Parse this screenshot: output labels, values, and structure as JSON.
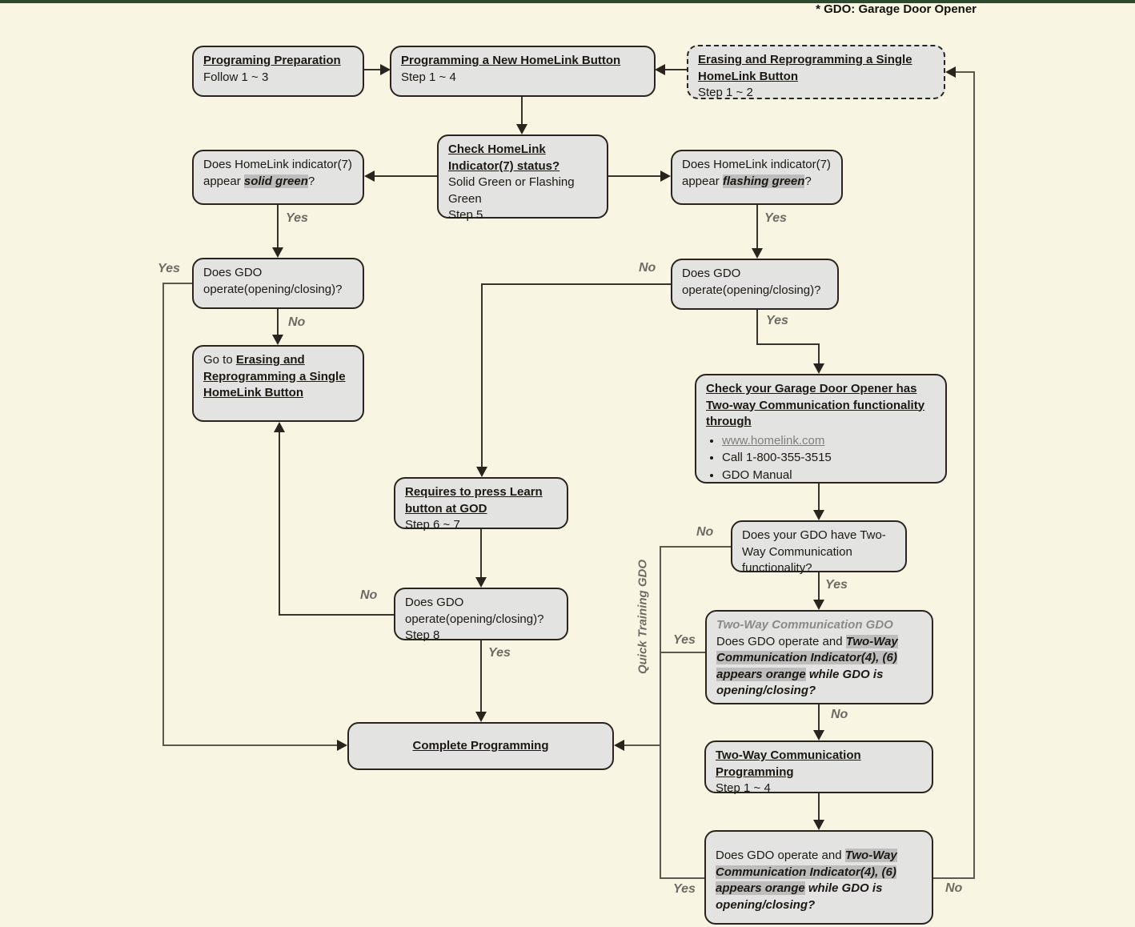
{
  "note": "* GDO: Garage Door Opener",
  "labels": {
    "yes": "Yes",
    "no": "No"
  },
  "side_label": "Quick Training GDO",
  "boxes": {
    "prep": {
      "title": "Programing Preparation",
      "subtitle": "Follow 1 ~ 3"
    },
    "new_button": {
      "title": "Programming a New HomeLink Button",
      "subtitle": "Step 1 ~ 4"
    },
    "erase": {
      "title": "Erasing and Reprogramming a Single HomeLink Button",
      "subtitle": "Step 1 ~ 2"
    },
    "check_indicator": {
      "title": "Check HomeLink Indicator(7) status?",
      "body": "Solid Green or Flashing Green",
      "step": "Step 5"
    },
    "solid_green": {
      "pre": "Does HomeLink indicator(7) appear ",
      "highlight": "solid green",
      "post": "?"
    },
    "flashing_green": {
      "pre": "Does HomeLink indicator(7) appear ",
      "highlight": "flashing green",
      "post": "?"
    },
    "gdo_left": {
      "text": "Does GDO operate(opening/closing)?"
    },
    "gdo_right": {
      "text": "Does GDO operate(opening/closing)?"
    },
    "goto_erase": {
      "pre": "Go to ",
      "link": "Erasing and Reprogramming a Single HomeLink Button"
    },
    "check_2way": {
      "title": "Check your Garage Door Opener has Two-way Communication functionality through",
      "bullets": [
        "www.homelink.com",
        "Call 1-800-355-3515",
        "GDO Manual"
      ]
    },
    "learn": {
      "title": "Requires to press Learn button at GOD",
      "step": "Step 6 ~ 7"
    },
    "have_2way": {
      "text": "Does your GDO have Two-Way Communication functionality?"
    },
    "twoway_gdo": {
      "heading": "Two-Way Communication GDO",
      "pre": "Does GDO operate and ",
      "highlight": "Two-Way Communication Indicator(4), (6) appears orange",
      "post": " while GDO is opening/closing?"
    },
    "step8": {
      "text": "Does GDO operate(opening/closing)?",
      "step": "Step 8"
    },
    "complete": {
      "title": "Complete Programming"
    },
    "twoway_prog": {
      "title": "Two-Way Communication Programming",
      "step": "Step 1 ~ 4"
    },
    "final": {
      "pre": "Does GDO operate and ",
      "highlight": "Two-Way Communication Indicator(4), (6) appears orange",
      "post": " while GDO is opening/closing?"
    }
  },
  "colors": {
    "background": "#f8f6e3",
    "box_fill": "#e3e3e1",
    "box_border": "#2b241e",
    "highlight": "#bdbdbd",
    "label": "#6e6a64",
    "link": "#7f7f7f",
    "top_bar": "#2b4a2e"
  }
}
